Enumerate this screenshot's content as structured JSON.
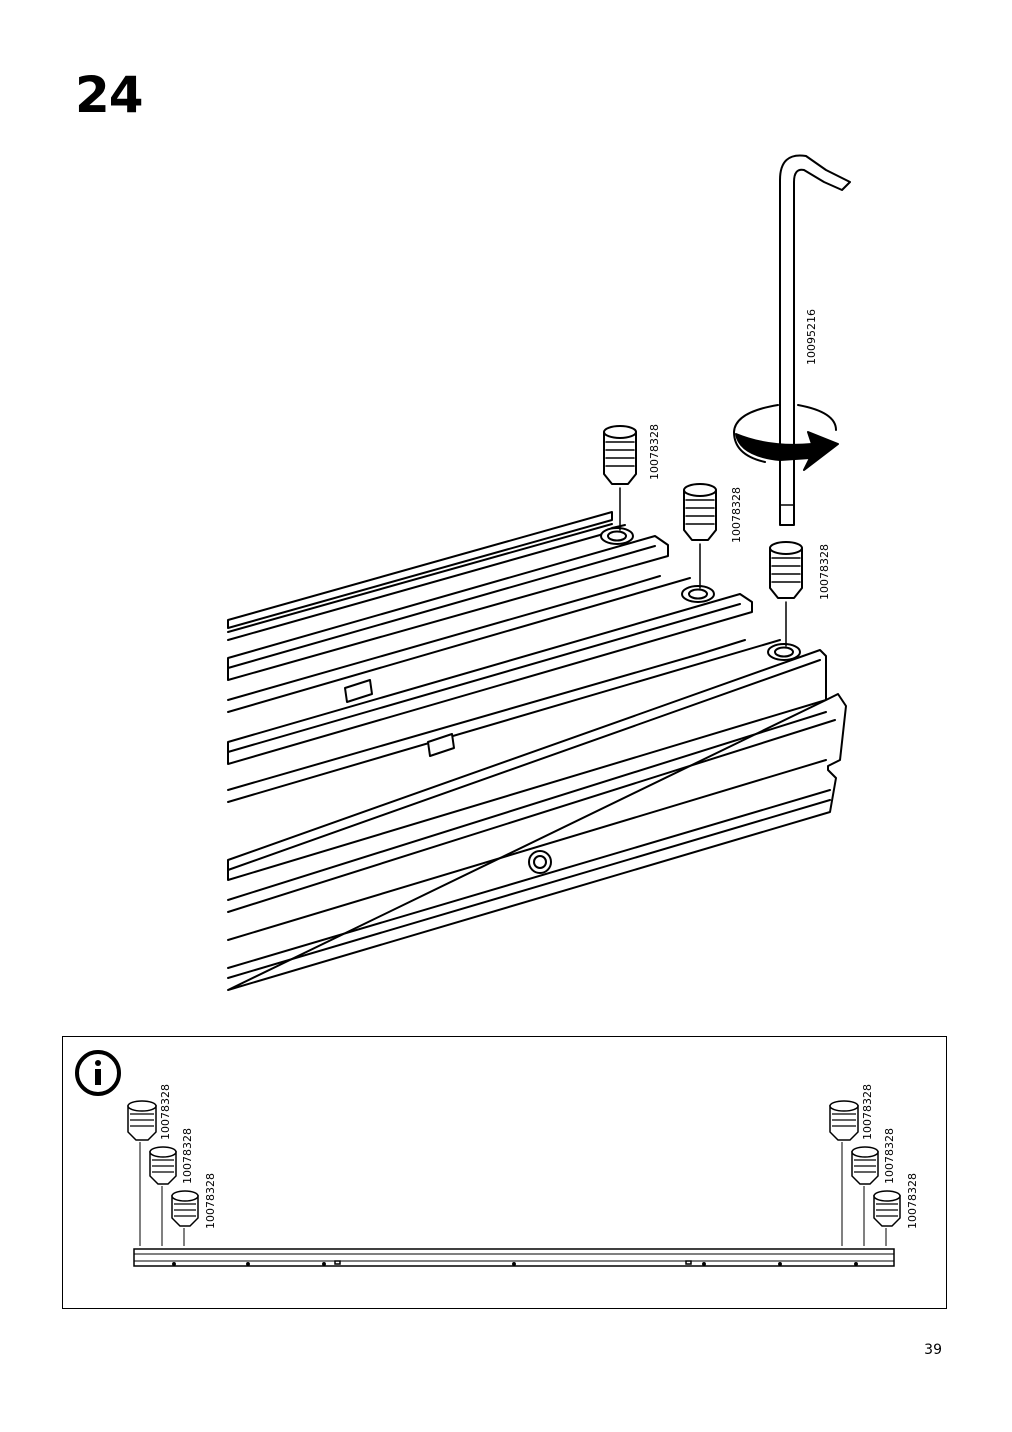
{
  "step": {
    "number": "24"
  },
  "page": {
    "number": "39"
  },
  "parts": {
    "allen_key_code": "10095216",
    "set_screw_code": "10078328"
  },
  "info": {
    "icon": "info-icon"
  }
}
